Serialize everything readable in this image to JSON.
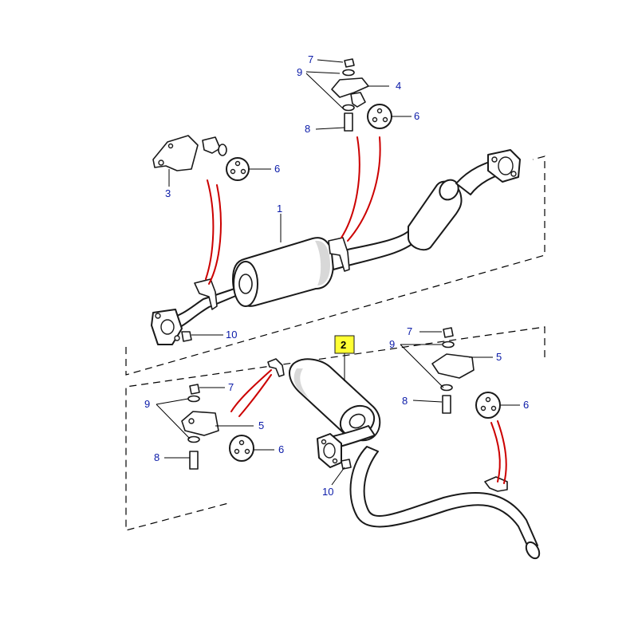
{
  "diagram": {
    "callout_color": "#0a1aa8",
    "highlight_color": "#ffff33",
    "link_color": "#cc0000",
    "assemblies": [
      {
        "id": "front",
        "labels": {
          "silencer": "1",
          "bracket": "3",
          "bracket_top": "4",
          "nut": "7",
          "washer": "9",
          "bolt": "8",
          "mount_top": "6",
          "mount_left": "6",
          "flange_nut": "10"
        }
      },
      {
        "id": "rear",
        "labels": {
          "rear_silencer": "2",
          "nut_left": "7",
          "washer_left": "9",
          "bolt_left": "8",
          "bracket_left": "5",
          "mount_left": "6",
          "flange_nut": "10",
          "nut_right": "7",
          "washer_right": "9",
          "bolt_right": "8",
          "bracket_right": "5",
          "mount_right": "6"
        }
      }
    ]
  }
}
